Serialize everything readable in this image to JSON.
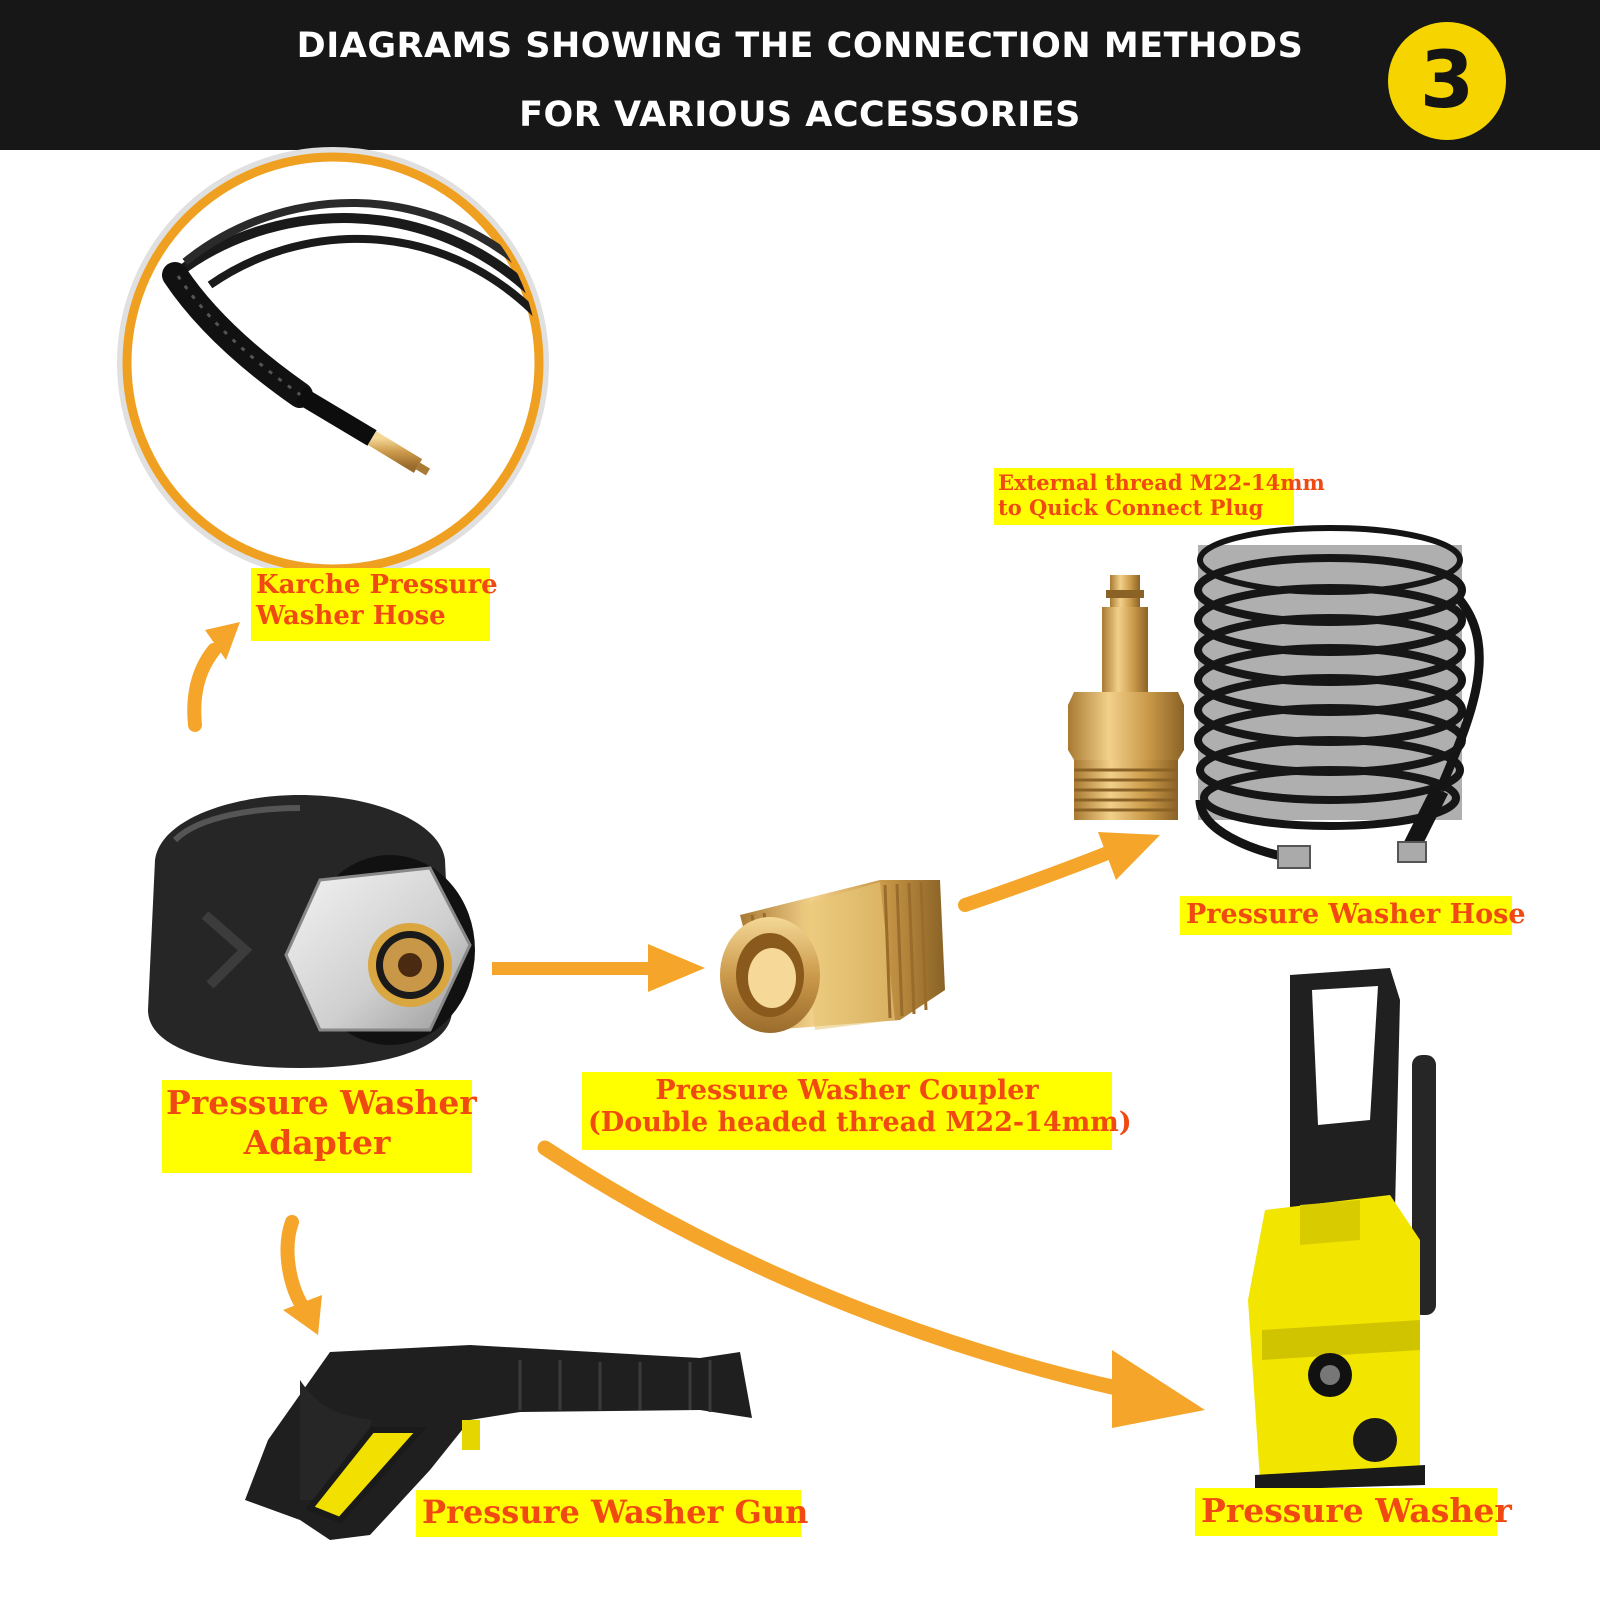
{
  "header": {
    "line1": "DIAGRAMS SHOWING THE CONNECTION METHODS",
    "line2": "FOR VARIOUS ACCESSORIES",
    "step_number": "3"
  },
  "labels": {
    "karcher_hose": [
      "Karche Pressure",
      "Washer Hose"
    ],
    "quick_connect": [
      "External thread M22-14mm",
      "to Quick Connect Plug"
    ],
    "pressure_washer_hose": "Pressure Washer Hose",
    "adapter": [
      "Pressure Washer",
      "Adapter"
    ],
    "coupler": [
      "Pressure Washer Coupler",
      "(Double headed thread M22-14mm)"
    ],
    "gun": "Pressure Washer Gun",
    "pressure_washer": "Pressure Washer"
  },
  "icons": [
    "karcher-hose-photo",
    "quick-connect-plug-photo",
    "coiled-hose-photo",
    "adapter-photo",
    "coupler-photo",
    "spray-gun-photo",
    "pressure-washer-photo"
  ],
  "colors": {
    "header_bg": "#171717",
    "badge": "#f5d400",
    "label_bg": "#ffff00",
    "label_text": "#f04a12",
    "arrow": "#f5a52a",
    "circle_frame": "#f0a020",
    "brass": "#d6a85a",
    "washer_yellow": "#f2e600"
  }
}
